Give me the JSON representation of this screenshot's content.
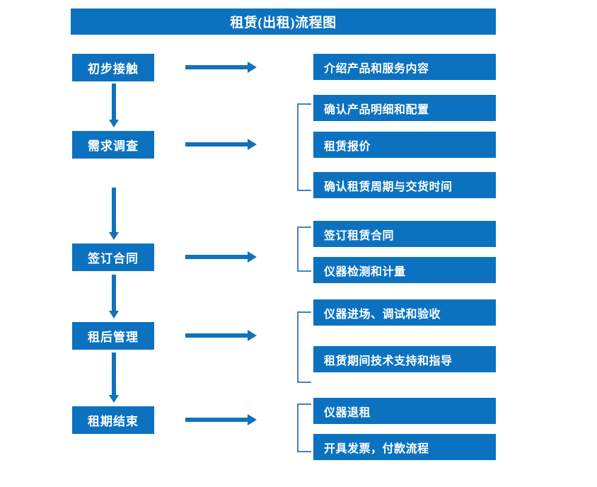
{
  "title": "租赁(出租)流程图",
  "colors": {
    "box_fill": "#0c72c0",
    "box_text": "#ffffff",
    "arrow": "#1072bd",
    "bracket": "#4a7fb5",
    "background": "#ffffff"
  },
  "chart_data": {
    "type": "diagram",
    "title": "租赁(出租)流程图",
    "stages": [
      {
        "label": "初步接触",
        "details": [
          "介绍产品和服务内容"
        ]
      },
      {
        "label": "需求调查",
        "details": [
          "确认产品明细和配置",
          "租赁报价",
          "确认租赁周期与交货时间"
        ]
      },
      {
        "label": "签订合同",
        "details": [
          "签订租赁合同",
          "仪器检测和计量"
        ]
      },
      {
        "label": "租后管理",
        "details": [
          "仪器进场、调试和验收",
          "租赁期间技术支持和指导"
        ]
      },
      {
        "label": "租期结束",
        "details": [
          "仪器退租",
          "开具发票，付款流程"
        ]
      }
    ]
  },
  "stages": [
    {
      "label": "初步接触"
    },
    {
      "label": "需求调查"
    },
    {
      "label": "签订合同"
    },
    {
      "label": "租后管理"
    },
    {
      "label": "租期结束"
    }
  ],
  "details": [
    {
      "label": "介绍产品和服务内容"
    },
    {
      "label": "确认产品明细和配置"
    },
    {
      "label": "租赁报价"
    },
    {
      "label": "确认租赁周期与交货时间"
    },
    {
      "label": "签订租赁合同"
    },
    {
      "label": "仪器检测和计量"
    },
    {
      "label": "仪器进场、调试和验收"
    },
    {
      "label": "租赁期间技术支持和指导"
    },
    {
      "label": "仪器退租"
    },
    {
      "label": "开具发票，付款流程"
    }
  ]
}
